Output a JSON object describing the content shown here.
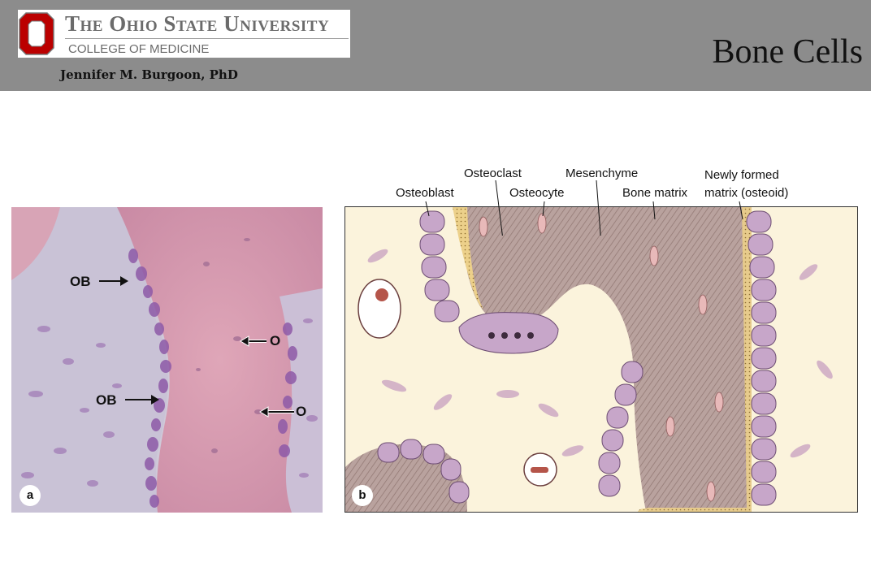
{
  "header": {
    "university_line1": "The Ohio State University",
    "university_line2": "COLLEGE OF MEDICINE",
    "author": "Jennifer M. Burgoon, PhD",
    "slide_title": "Bone Cells",
    "brand_color": "#bb0000"
  },
  "figure_a": {
    "panel_label": "a",
    "labels": {
      "ob_top": "OB",
      "ob_bottom": "OB",
      "o_top": "O",
      "o_bottom": "O"
    }
  },
  "figure_b": {
    "panel_label": "b",
    "labels": {
      "osteoblast": "Osteoblast",
      "osteoclast": "Osteoclast",
      "osteocyte": "Osteocyte",
      "mesenchyme": "Mesenchyme",
      "bone_matrix": "Bone matrix",
      "newly_formed_1": "Newly formed",
      "newly_formed_2": "matrix (osteoid)"
    }
  }
}
